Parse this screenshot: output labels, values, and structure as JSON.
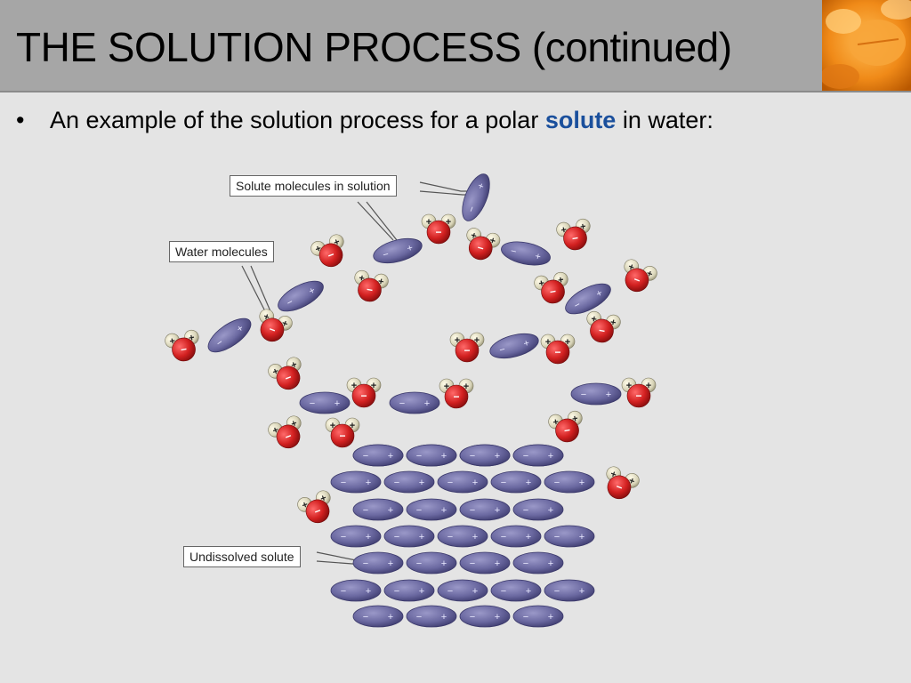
{
  "slide": {
    "title": "THE SOLUTION PROCESS (continued)",
    "bullet": {
      "marker": "•",
      "text_before": "An example of the solution process for a polar ",
      "highlight": "solute",
      "text_after": " in water:"
    }
  },
  "figure": {
    "callouts": {
      "solute_in_solution": "Solute molecules in solution",
      "water_molecules": "Water molecules",
      "undissolved": "Undissolved solute"
    },
    "charges": {
      "plus": "+",
      "minus": "−"
    }
  },
  "colors": {
    "title_bar": "#a6a6a6",
    "background": "#e4e4e4",
    "highlight": "#1a4f9c",
    "solute_molecule": "#6a68a0",
    "oxygen": "#d22020",
    "hydrogen": "#d8d4b8"
  }
}
